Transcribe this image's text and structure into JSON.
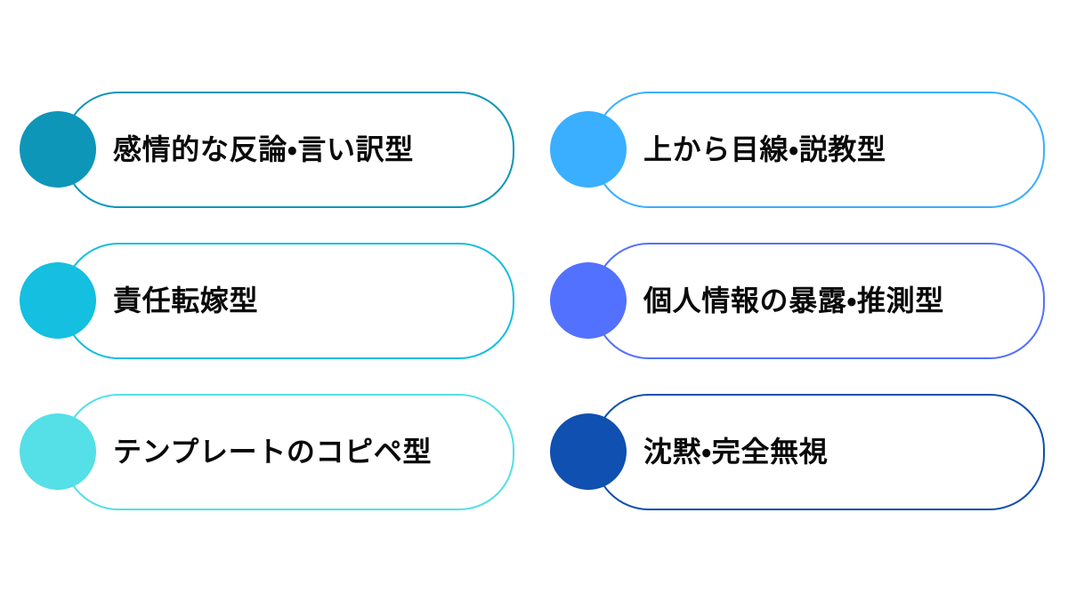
{
  "page": {
    "background_color": "#ffffff",
    "text_color": "#0a0a0a",
    "layout": "two-column-three-row-card-grid"
  },
  "cards": [
    {
      "label": "感情的な反論・言い訳型",
      "color": "#0d96b8",
      "column": "left",
      "row": 0
    },
    {
      "label": "上から目線・説教型",
      "color": "#3aafff",
      "column": "right",
      "row": 0
    },
    {
      "label": "責任転嫁型",
      "color": "#14bfe0",
      "column": "left",
      "row": 1
    },
    {
      "label": "個人情報の暴露・推測型",
      "color": "#5271ff",
      "column": "right",
      "row": 1
    },
    {
      "label": "テンプレートのコピペ型",
      "color": "#55dfe6",
      "column": "left",
      "row": 2
    },
    {
      "label": "沈黙・完全無視",
      "color": "#0f50b0",
      "column": "right",
      "row": 2
    }
  ]
}
